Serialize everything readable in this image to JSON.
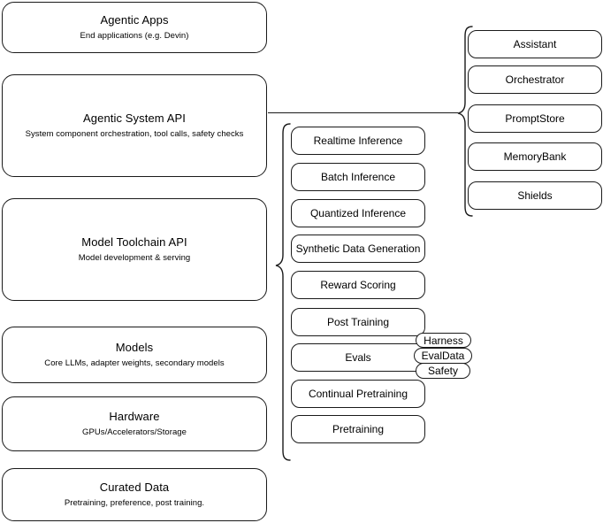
{
  "diagram": {
    "title": "AI stack layers diagram",
    "stroke_color": "#1a1a1a",
    "background_color": "#ffffff"
  },
  "layers": [
    {
      "title": "Agentic Apps",
      "subtitle": "End applications (e.g. Devin)"
    },
    {
      "title": "Agentic System API",
      "subtitle": "System component orchestration, tool calls, safety checks"
    },
    {
      "title": "Model Toolchain API",
      "subtitle": "Model development & serving"
    },
    {
      "title": "Models",
      "subtitle": "Core LLMs, adapter weights, secondary models"
    },
    {
      "title": "Hardware",
      "subtitle": "GPUs/Accelerators/Storage"
    },
    {
      "title": "Curated Data",
      "subtitle": "Pretraining, preference, post training."
    }
  ],
  "toolchain_capabilities": [
    {
      "label": "Realtime Inference"
    },
    {
      "label": "Batch Inference"
    },
    {
      "label": "Quantized Inference"
    },
    {
      "label": "Synthetic Data Generation"
    },
    {
      "label": "Reward Scoring"
    },
    {
      "label": "Post Training"
    },
    {
      "label": "Evals"
    },
    {
      "label": "Continual Pretraining"
    },
    {
      "label": "Pretraining"
    }
  ],
  "eval_subcomponents": [
    {
      "label": "Harness"
    },
    {
      "label": "EvalData"
    },
    {
      "label": "Safety"
    }
  ],
  "agentic_components": [
    {
      "label": "Assistant"
    },
    {
      "label": "Orchestrator"
    },
    {
      "label": "PromptStore"
    },
    {
      "label": "MemoryBank"
    },
    {
      "label": "Shields"
    }
  ]
}
